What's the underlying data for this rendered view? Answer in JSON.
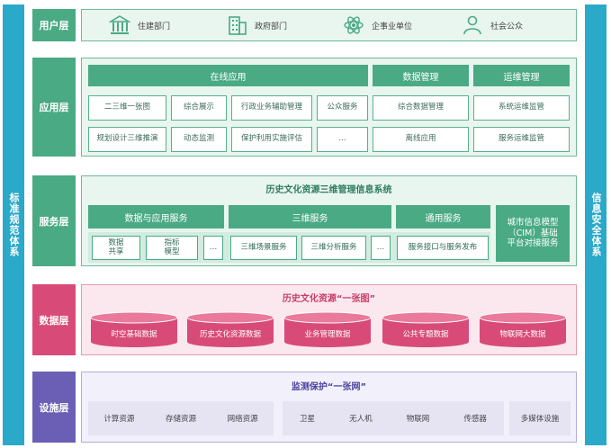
{
  "side_left": "标准规范体系",
  "side_right": "信息安全体系",
  "user_layer": {
    "label": "用户层",
    "items": [
      {
        "label": "住建部门",
        "icon": "building-columns-icon"
      },
      {
        "label": "政府部门",
        "icon": "office-building-icon"
      },
      {
        "label": "企事业单位",
        "icon": "atom-icon"
      },
      {
        "label": "社会公众",
        "icon": "people-icon"
      }
    ]
  },
  "app_layer": {
    "label": "应用层",
    "headers": [
      "在线应用",
      "数据管理",
      "运维管理"
    ],
    "online": [
      "二三维一张图",
      "综合展示",
      "行政业务辅助管理",
      "公众服务",
      "规划设计三维推演",
      "动态监测",
      "保护利用实施评估",
      "…"
    ],
    "data_mgmt": [
      "综合数据管理",
      "离线应用"
    ],
    "ops_mgmt": [
      "系统运维监管",
      "服务运维监管"
    ]
  },
  "service_layer": {
    "label": "服务层",
    "title": "历史文化资源三维管理信息系统",
    "groups": [
      "数据与应用服务",
      "三维服务",
      "通用服务"
    ],
    "data_app": [
      "数据\n共享",
      "指标\n模型",
      "…"
    ],
    "threed": [
      "三维场景服务",
      "三维分析服务",
      "…"
    ],
    "general": [
      "服务接口与服务发布"
    ],
    "cim": "城市信息模型\n（CIM）基础\n平台对接服务"
  },
  "data_layer": {
    "label": "数据层",
    "title": "历史文化资源“一张图”",
    "items": [
      "时空基础数据",
      "历史文化资源数据",
      "业务管理数据",
      "公共专题数据",
      "物联网大数据"
    ]
  },
  "infra_layer": {
    "label": "设施层",
    "title": "监测保护“一张网”",
    "group1": [
      "计算资源",
      "存储资源",
      "网络资源"
    ],
    "group2": [
      "卫星",
      "无人机",
      "物联网",
      "传感器"
    ],
    "group3": [
      "多媒体设施"
    ]
  },
  "colors": {
    "side": "#2aa9c9",
    "green": "#4aaa84",
    "pink": "#d84b78",
    "purple": "#6b5fb5"
  }
}
